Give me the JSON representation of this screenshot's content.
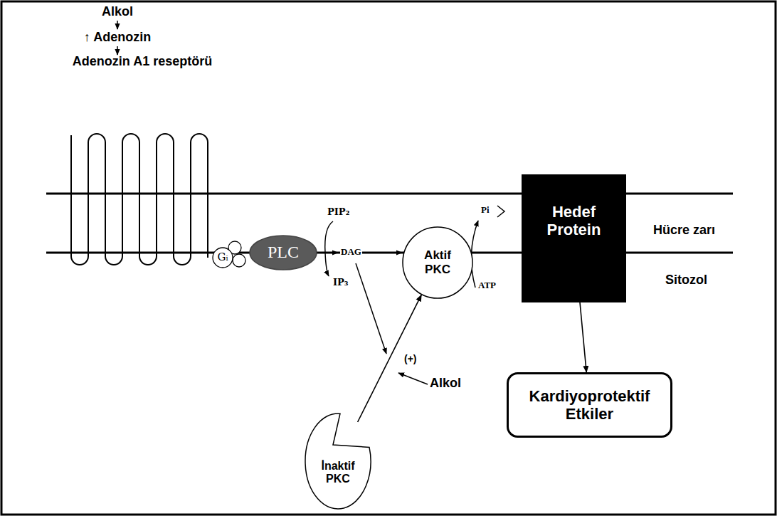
{
  "diagram": {
    "nodes": [
      {
        "text": [
          "Adenozin A1 reseptörü"
        ]
      },
      {
        "text": [
          "Gᵢ"
        ]
      },
      {
        "text": [
          "PLC"
        ]
      },
      {
        "text": [
          "Aktif PKC"
        ]
      },
      {
        "text": [
          "Hedef Protein"
        ]
      },
      {
        "text": [
          "İnaktif PKC"
        ]
      },
      {
        "text": [
          "Kardiyoprotektif Etkiler"
        ]
      }
    ],
    "edges": [
      {
        "from": 4,
        "to": 6,
        "arrow": "to"
      },
      {
        "from": 5,
        "to": 3,
        "arrow": "to"
      }
    ],
    "labels": [
      "Alkol",
      "↑ Adenozin",
      "PIP₂",
      "DAG",
      "IP₃",
      "Pi",
      "ATP",
      "Hücre zarı",
      "Sitozol",
      "(+)",
      "Alkol"
    ]
  }
}
